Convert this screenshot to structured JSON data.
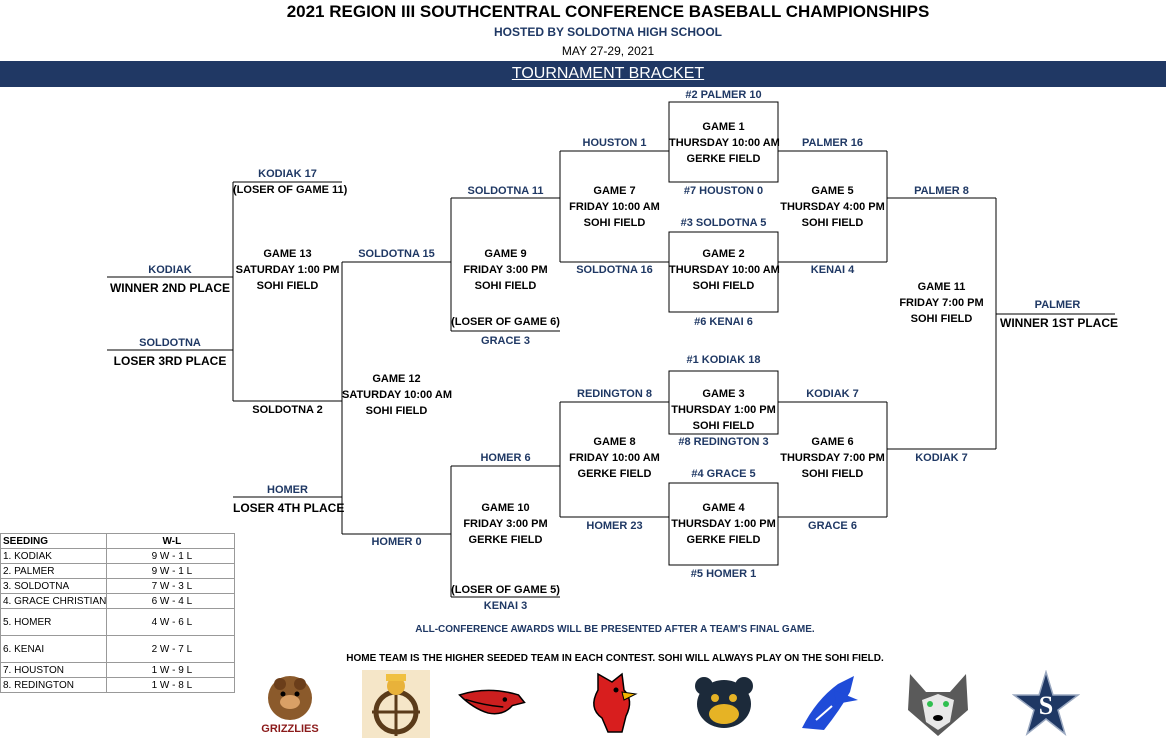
{
  "header": {
    "title": "2021 REGION III SOUTHCENTRAL CONFERENCE BASEBALL CHAMPIONSHIPS",
    "host": "HOSTED BY SOLDOTNA HIGH SCHOOL",
    "dates": "MAY 27-29, 2021",
    "banner": "TOURNAMENT BRACKET"
  },
  "games": {
    "g1": {
      "name": "GAME 1",
      "time": "THURSDAY 10:00 AM",
      "field": "GERKE FIELD",
      "top": "#2 PALMER 10",
      "bottom": "#7 HOUSTON 0"
    },
    "g2": {
      "name": "GAME 2",
      "time": "THURSDAY 10:00 AM",
      "field": "SOHI FIELD",
      "top": "#3 SOLDOTNA 5",
      "bottom": "#6 KENAI 6"
    },
    "g3": {
      "name": "GAME 3",
      "time": "THURSDAY 1:00 PM",
      "field": "SOHI FIELD",
      "top": "#1 KODIAK 18",
      "bottom": "#8 REDINGTON 3"
    },
    "g4": {
      "name": "GAME 4",
      "time": "THURSDAY 1:00 PM",
      "field": "GERKE FIELD",
      "top": "#4 GRACE 5",
      "bottom": "#5 HOMER 1"
    },
    "g5": {
      "name": "GAME 5",
      "time": "THURSDAY 4:00 PM",
      "field": "SOHI FIELD",
      "top": "PALMER 16",
      "bottom": "KENAI 4"
    },
    "g6": {
      "name": "GAME 6",
      "time": "THURSDAY 7:00 PM",
      "field": "SOHI FIELD",
      "top": "KODIAK 7",
      "bottom": "GRACE 6"
    },
    "g7": {
      "name": "GAME 7",
      "time": "FRIDAY 10:00 AM",
      "field": "SOHI FIELD",
      "top": "HOUSTON 1",
      "bottom": "SOLDOTNA 16"
    },
    "g8": {
      "name": "GAME 8",
      "time": "FRIDAY 10:00 AM",
      "field": "GERKE FIELD",
      "top": "REDINGTON 8",
      "bottom": "HOMER 23"
    },
    "g9": {
      "name": "GAME 9",
      "time": "FRIDAY 3:00 PM",
      "field": "SOHI FIELD",
      "top": "SOLDOTNA 11",
      "bottom_note": "(LOSER OF GAME 6)",
      "bottom": "GRACE 3"
    },
    "g10": {
      "name": "GAME 10",
      "time": "FRIDAY 3:00 PM",
      "field": "GERKE FIELD",
      "top": "HOMER 6",
      "bottom_note": "(LOSER OF GAME 5)",
      "bottom": "KENAI 3"
    },
    "g11": {
      "name": "GAME 11",
      "time": "FRIDAY 7:00 PM",
      "field": "SOHI FIELD",
      "top": "PALMER 8",
      "bottom": "KODIAK 7"
    },
    "g12": {
      "name": "GAME 12",
      "time": "SATURDAY 10:00 AM",
      "field": "SOHI FIELD",
      "top": "SOLDOTNA 15",
      "bottom": "HOMER 0"
    },
    "g13": {
      "name": "GAME 13",
      "time": "SATURDAY 1:00 PM",
      "field": "SOHI FIELD",
      "top": "KODIAK 17",
      "top_note": "(LOSER OF GAME 11)",
      "bottom": "SOLDOTNA 2"
    }
  },
  "places": {
    "first": {
      "team": "PALMER",
      "label": "WINNER 1ST PLACE"
    },
    "second": {
      "team": "KODIAK",
      "label": "WINNER 2ND PLACE"
    },
    "third": {
      "team": "SOLDOTNA",
      "label": "LOSER 3RD PLACE"
    },
    "fourth": {
      "team": "HOMER",
      "label": "LOSER 4TH PLACE"
    }
  },
  "seeding": {
    "headers": [
      "SEEDING",
      "W-L"
    ],
    "rows": [
      {
        "name": "1. KODIAK",
        "wl": "9 W - 1 L"
      },
      {
        "name": "2. PALMER",
        "wl": "9 W - 1 L"
      },
      {
        "name": "3. SOLDOTNA",
        "wl": "7 W - 3 L"
      },
      {
        "name": "4. GRACE CHRISTIAN",
        "wl": "6 W - 4 L"
      },
      {
        "name": "5. HOMER",
        "wl": "4 W - 6 L"
      },
      {
        "name": "6. KENAI",
        "wl": "2 W - 7 L"
      },
      {
        "name": "7. HOUSTON",
        "wl": "1 W - 9 L"
      },
      {
        "name": "8. REDINGTON",
        "wl": "1 W - 8 L"
      }
    ]
  },
  "notes": {
    "awards": "ALL-CONFERENCE AWARDS WILL BE PRESENTED AFTER A TEAM'S FINAL GAME.",
    "home": "HOME TEAM IS THE HIGHER SEEDED TEAM IN EACH CONTEST. SOHI WILL ALWAYS PLAY ON THE SOHI FIELD."
  },
  "logos": {
    "grizzlies_text": "GRIZZLIES",
    "soldotna_letter": "S",
    "icons": [
      "grizzly-logo",
      "mariner-wheel-logo",
      "hawk-logo",
      "cardinal-logo",
      "bear-logo",
      "pirate-logo",
      "husky-logo",
      "soldotna-star-logo"
    ]
  },
  "colors": {
    "navy": "#203864",
    "team_blue": "#1f3864",
    "maroon": "#8b1a1a"
  }
}
